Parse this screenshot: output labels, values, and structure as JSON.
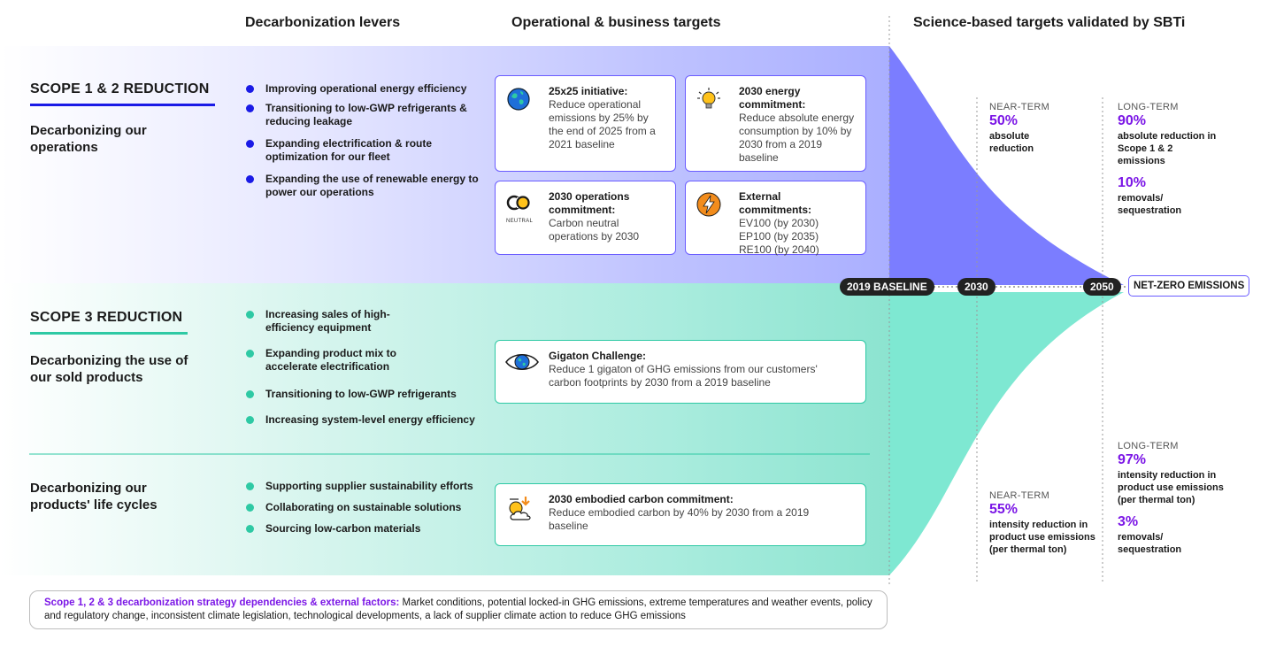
{
  "headers": {
    "levers": "Decarbonization levers",
    "targets": "Operational & business targets",
    "sbti": "Science-based targets validated by SBTi"
  },
  "scope12": {
    "title": "SCOPE 1 & 2 REDUCTION",
    "subtitle": "Decarbonizing our operations",
    "levers": [
      "Improving operational energy efficiency",
      "Transitioning to low-GWP refrigerants & reducing leakage",
      "Expanding electrification & route optimization for our fleet",
      "Expanding the use of renewable energy to power our operations"
    ],
    "cards": [
      {
        "title": "25x25 initiative:",
        "text": "Reduce operational emissions by 25% by the end of 2025 from a 2021 baseline",
        "icon": "globe-icon"
      },
      {
        "title": "2030 energy commitment:",
        "text": "Reduce absolute energy consumption by 10% by 2030 from a 2019 baseline",
        "icon": "lightbulb-icon"
      },
      {
        "title": "2030 operations commitment:",
        "text": "Carbon neutral operations by 2030",
        "icon": "co-neutral-icon",
        "icon_label": "NEUTRAL"
      },
      {
        "title": "External commitments:",
        "text": "EV100 (by 2030) EP100 (by 2035) RE100 (by 2040)",
        "icon": "lightning-icon"
      }
    ]
  },
  "scope3": {
    "title": "SCOPE 3 REDUCTION",
    "subtitle": "Decarbonizing the use of our sold products",
    "levers": [
      "Increasing sales of high-efficiency equipment",
      "Expanding product mix to accelerate electrification",
      "Transitioning to low-GWP refrigerants",
      "Increasing system-level energy efficiency"
    ],
    "card": {
      "title": "Gigaton Challenge:",
      "text": "Reduce 1 gigaton of GHG emissions from our customers' carbon footprints by 2030 from a 2019 baseline",
      "icon": "eye-globe-icon"
    }
  },
  "lifecycle": {
    "subtitle": "Decarbonizing our products' life cycles",
    "levers": [
      "Supporting supplier sustainability efforts",
      "Collaborating on sustainable solutions",
      "Sourcing low-carbon materials"
    ],
    "card": {
      "title": "2030 embodied carbon commitment:",
      "text": "Reduce embodied carbon by 40% by 2030 from a 2019 baseline",
      "icon": "sun-cloud-icon"
    }
  },
  "timeline": {
    "baseline": "2019 BASELINE",
    "y2030": "2030",
    "y2050": "2050",
    "netzero": "NET-ZERO EMISSIONS"
  },
  "sbti_top": {
    "near_label": "NEAR-TERM",
    "near_value": "50%",
    "near_text": "absolute reduction",
    "long_label": "LONG-TERM",
    "long_value": "90%",
    "long_text": "absolute reduction in Scope 1 & 2 emissions",
    "removal_value": "10%",
    "removal_text": "removals/ sequestration"
  },
  "sbti_bottom": {
    "near_label": "NEAR-TERM",
    "near_value": "55%",
    "near_text": "intensity reduction in product use emissions (per thermal ton)",
    "long_label": "LONG-TERM",
    "long_value": "97%",
    "long_text": "intensity reduction in product use emissions (per thermal ton)",
    "removal_value": "3%",
    "removal_text": "removals/ sequestration"
  },
  "footer": {
    "lead": "Scope 1, 2 & 3 decarbonization strategy dependencies & external factors:",
    "text": " Market conditions, potential locked-in GHG emissions, extreme temperatures and weather events, policy and regulatory change, inconsistent climate legislation, technological developments, a lack of supplier climate action to reduce GHG emissions"
  },
  "colors": {
    "scope12_accent": "#1a1ae6",
    "scope3_accent": "#2ec9a4",
    "highlight": "#7b16e6",
    "funnel_top": "#7b7dff",
    "funnel_bottom": "#7ee8d2"
  }
}
